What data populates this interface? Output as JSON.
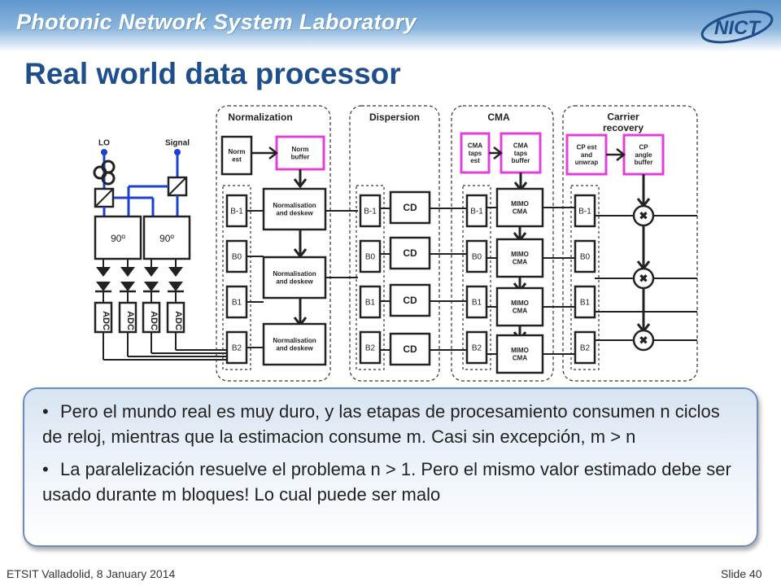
{
  "header": {
    "lab_name": "Photonic Network System Laboratory",
    "logo_text": "NICT",
    "brand_color": "#1f4e8c"
  },
  "slide": {
    "title": "Real world data processor"
  },
  "diagram": {
    "inputs": {
      "lo": "LO",
      "signal": "Signal"
    },
    "hybrids": [
      "90º",
      "90º"
    ],
    "adcs": [
      "ADC",
      "ADC",
      "ADC",
      "ADC"
    ],
    "stages": [
      {
        "name": "Normalization",
        "estimator": [
          "Norm",
          "est"
        ],
        "buffer": [
          "Norm",
          "buffer"
        ],
        "blocks": [
          "B-1",
          "B0",
          "B1",
          "B2"
        ],
        "processors": [
          [
            "Normalisation",
            "and deskew"
          ],
          [
            "Normalisation",
            "and deskew"
          ],
          [
            "Normalisation",
            "and deskew"
          ]
        ]
      },
      {
        "name": "Dispersion",
        "blocks": [
          "B-1",
          "B0",
          "B1",
          "B2"
        ],
        "processors": [
          "CD",
          "CD",
          "CD",
          "CD"
        ]
      },
      {
        "name": "CMA",
        "estimator": [
          "CMA",
          "taps",
          "est"
        ],
        "buffer": [
          "CMA",
          "taps",
          "buffer"
        ],
        "blocks": [
          "B-1",
          "B0",
          "B1",
          "B2"
        ],
        "processors": [
          [
            "MIMO",
            "CMA"
          ],
          [
            "MIMO",
            "CMA"
          ],
          [
            "MIMO",
            "CMA"
          ],
          [
            "MIMO",
            "CMA"
          ]
        ]
      },
      {
        "name": [
          "Carrier",
          "recovery"
        ],
        "estimator": [
          "CP est",
          "and",
          "unwrap"
        ],
        "buffer": [
          "CP",
          "angle",
          "buffer"
        ],
        "blocks": [
          "B-1",
          "B0",
          "B1",
          "B2"
        ]
      }
    ],
    "colors": {
      "highlight": "#e040d8",
      "wire_blue": "#1d3fd6",
      "line": "#222222"
    }
  },
  "callout": {
    "bullets": [
      "Pero el mundo real es muy duro, y las etapas de procesamiento consumen n ciclos de reloj, mientras que la estimacion consume m. Casi sin excepción, m > n",
      "La paralelización resuelve el problema n > 1. Pero el mismo valor estimado debe ser usado durante m bloques! Lo cual puede ser malo"
    ]
  },
  "footer": {
    "left": "ETSIT Valladolid, 8 January 2014",
    "right": "Slide 40"
  }
}
